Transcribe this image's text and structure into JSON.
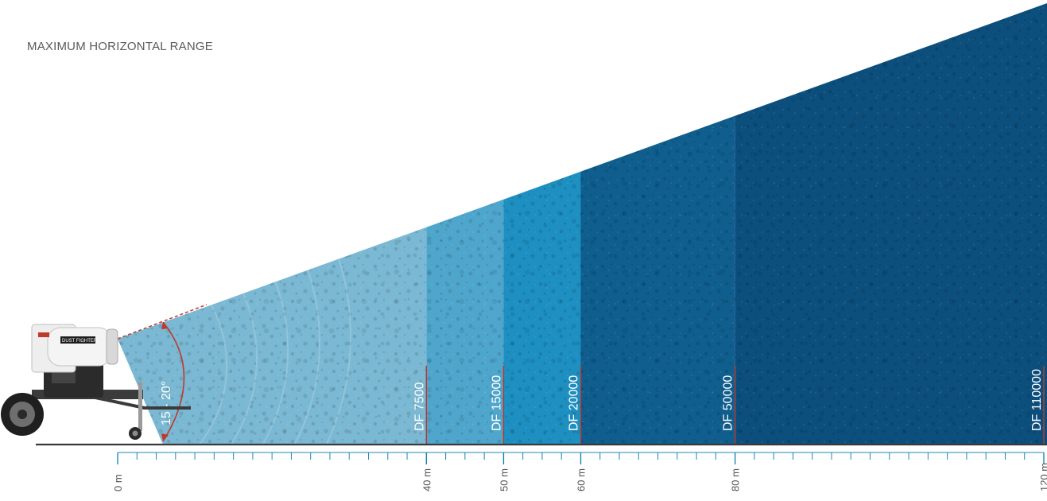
{
  "title": "MAXIMUM HORIZONTAL RANGE",
  "angle_label": "15 - 20°",
  "colors": {
    "axis": "#1e88b8",
    "ground": "#3a3a3a",
    "marker": "#c0392b",
    "label": "#ffffff",
    "title": "#5a5a5a"
  },
  "axis_ticks": [
    {
      "value": 0,
      "label": "0 m"
    },
    {
      "value": 40,
      "label": "40 m"
    },
    {
      "value": 50,
      "label": "50 m"
    },
    {
      "value": 60,
      "label": "60 m"
    },
    {
      "value": 80,
      "label": "80 m"
    },
    {
      "value": 120,
      "label": "120 m"
    }
  ],
  "models": [
    {
      "name": "DF 7500",
      "range_m": 40,
      "color": "#7ab8d3"
    },
    {
      "name": "DF 15000",
      "range_m": 50,
      "color": "#4fa6cc"
    },
    {
      "name": "DF 20000",
      "range_m": 60,
      "color": "#1d8fc0"
    },
    {
      "name": "DF 50000",
      "range_m": 80,
      "color": "#0f5e8e"
    },
    {
      "name": "DF 110000",
      "range_m": 120,
      "color": "#0c4f7d"
    }
  ],
  "machine_label": "DUST FIGHTER"
}
